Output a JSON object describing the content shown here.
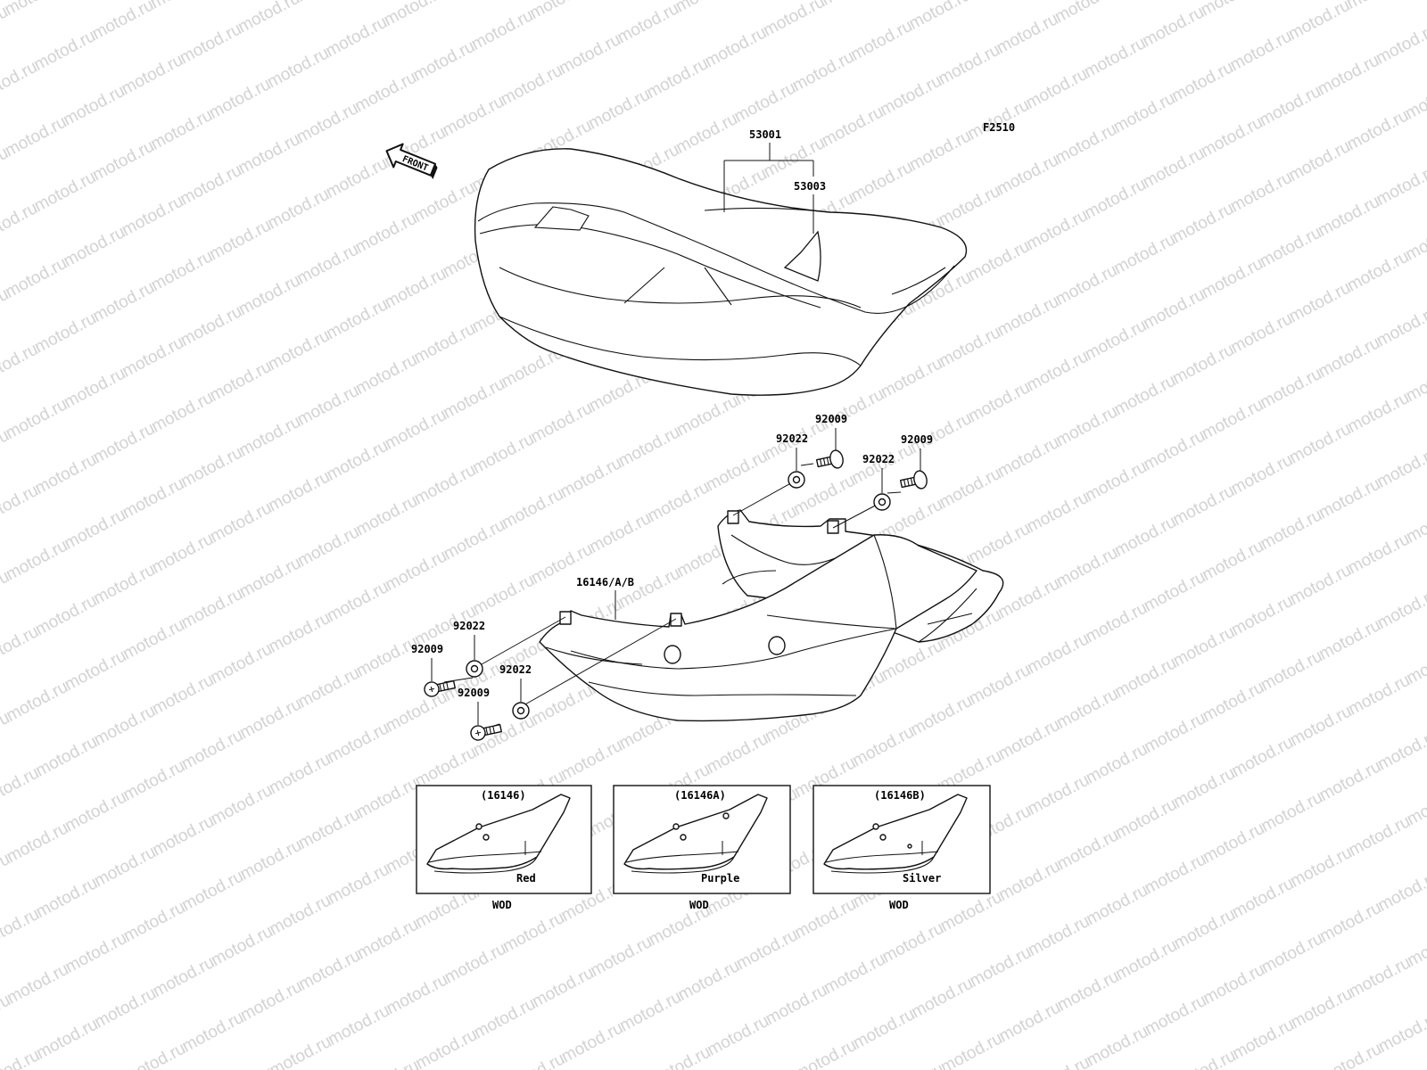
{
  "diagram_code": "F2510",
  "watermark_text": "motod.ru",
  "front_arrow_label": "FRONT",
  "callouts": {
    "seat": "53001",
    "seat_cover": "53003",
    "cover_assy": "16146/A/B",
    "bolt_top_left": "92009",
    "bolt_top_right": "92009",
    "collar_top_left": "92022",
    "collar_top_right": "92022",
    "collar_lower_upper": "92022",
    "collar_lower_lower": "92022",
    "bolt_lower_left": "92009",
    "bolt_lower_bottom": "92009"
  },
  "variants": [
    {
      "code": "(16146)",
      "color": "Red",
      "note": "WOD"
    },
    {
      "code": "(16146A)",
      "color": "Purple",
      "note": "WOD"
    },
    {
      "code": "(16146B)",
      "color": "Silver",
      "note": "WOD"
    }
  ]
}
